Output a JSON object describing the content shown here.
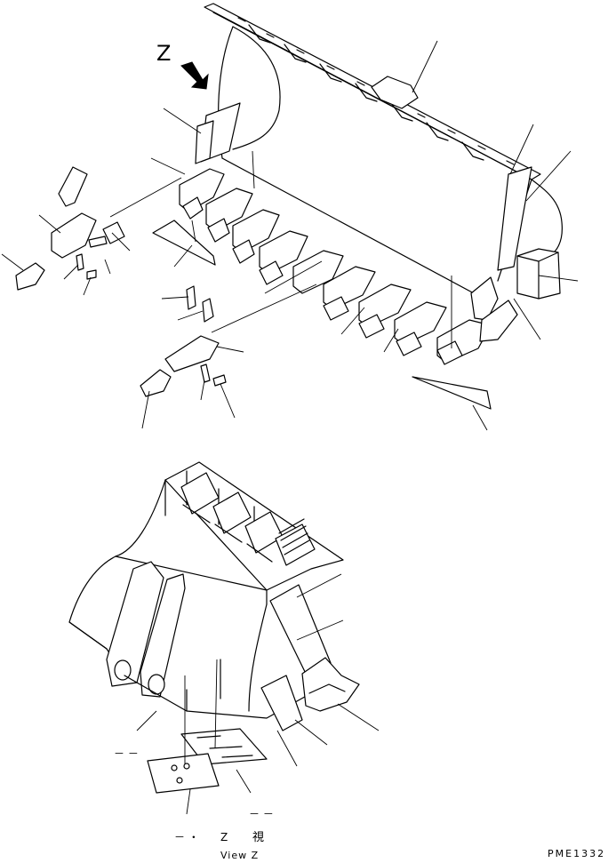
{
  "view_marker": "Z",
  "view_caption": {
    "dash_prefix": "－ ・",
    "z": "Z",
    "kanji": "視",
    "english": "View Z"
  },
  "dash_marks": {
    "left": "－ －",
    "right": "－ －"
  },
  "drawing_code": "PME1332",
  "icons": {
    "view_arrow": "view-direction-arrow-icon"
  }
}
